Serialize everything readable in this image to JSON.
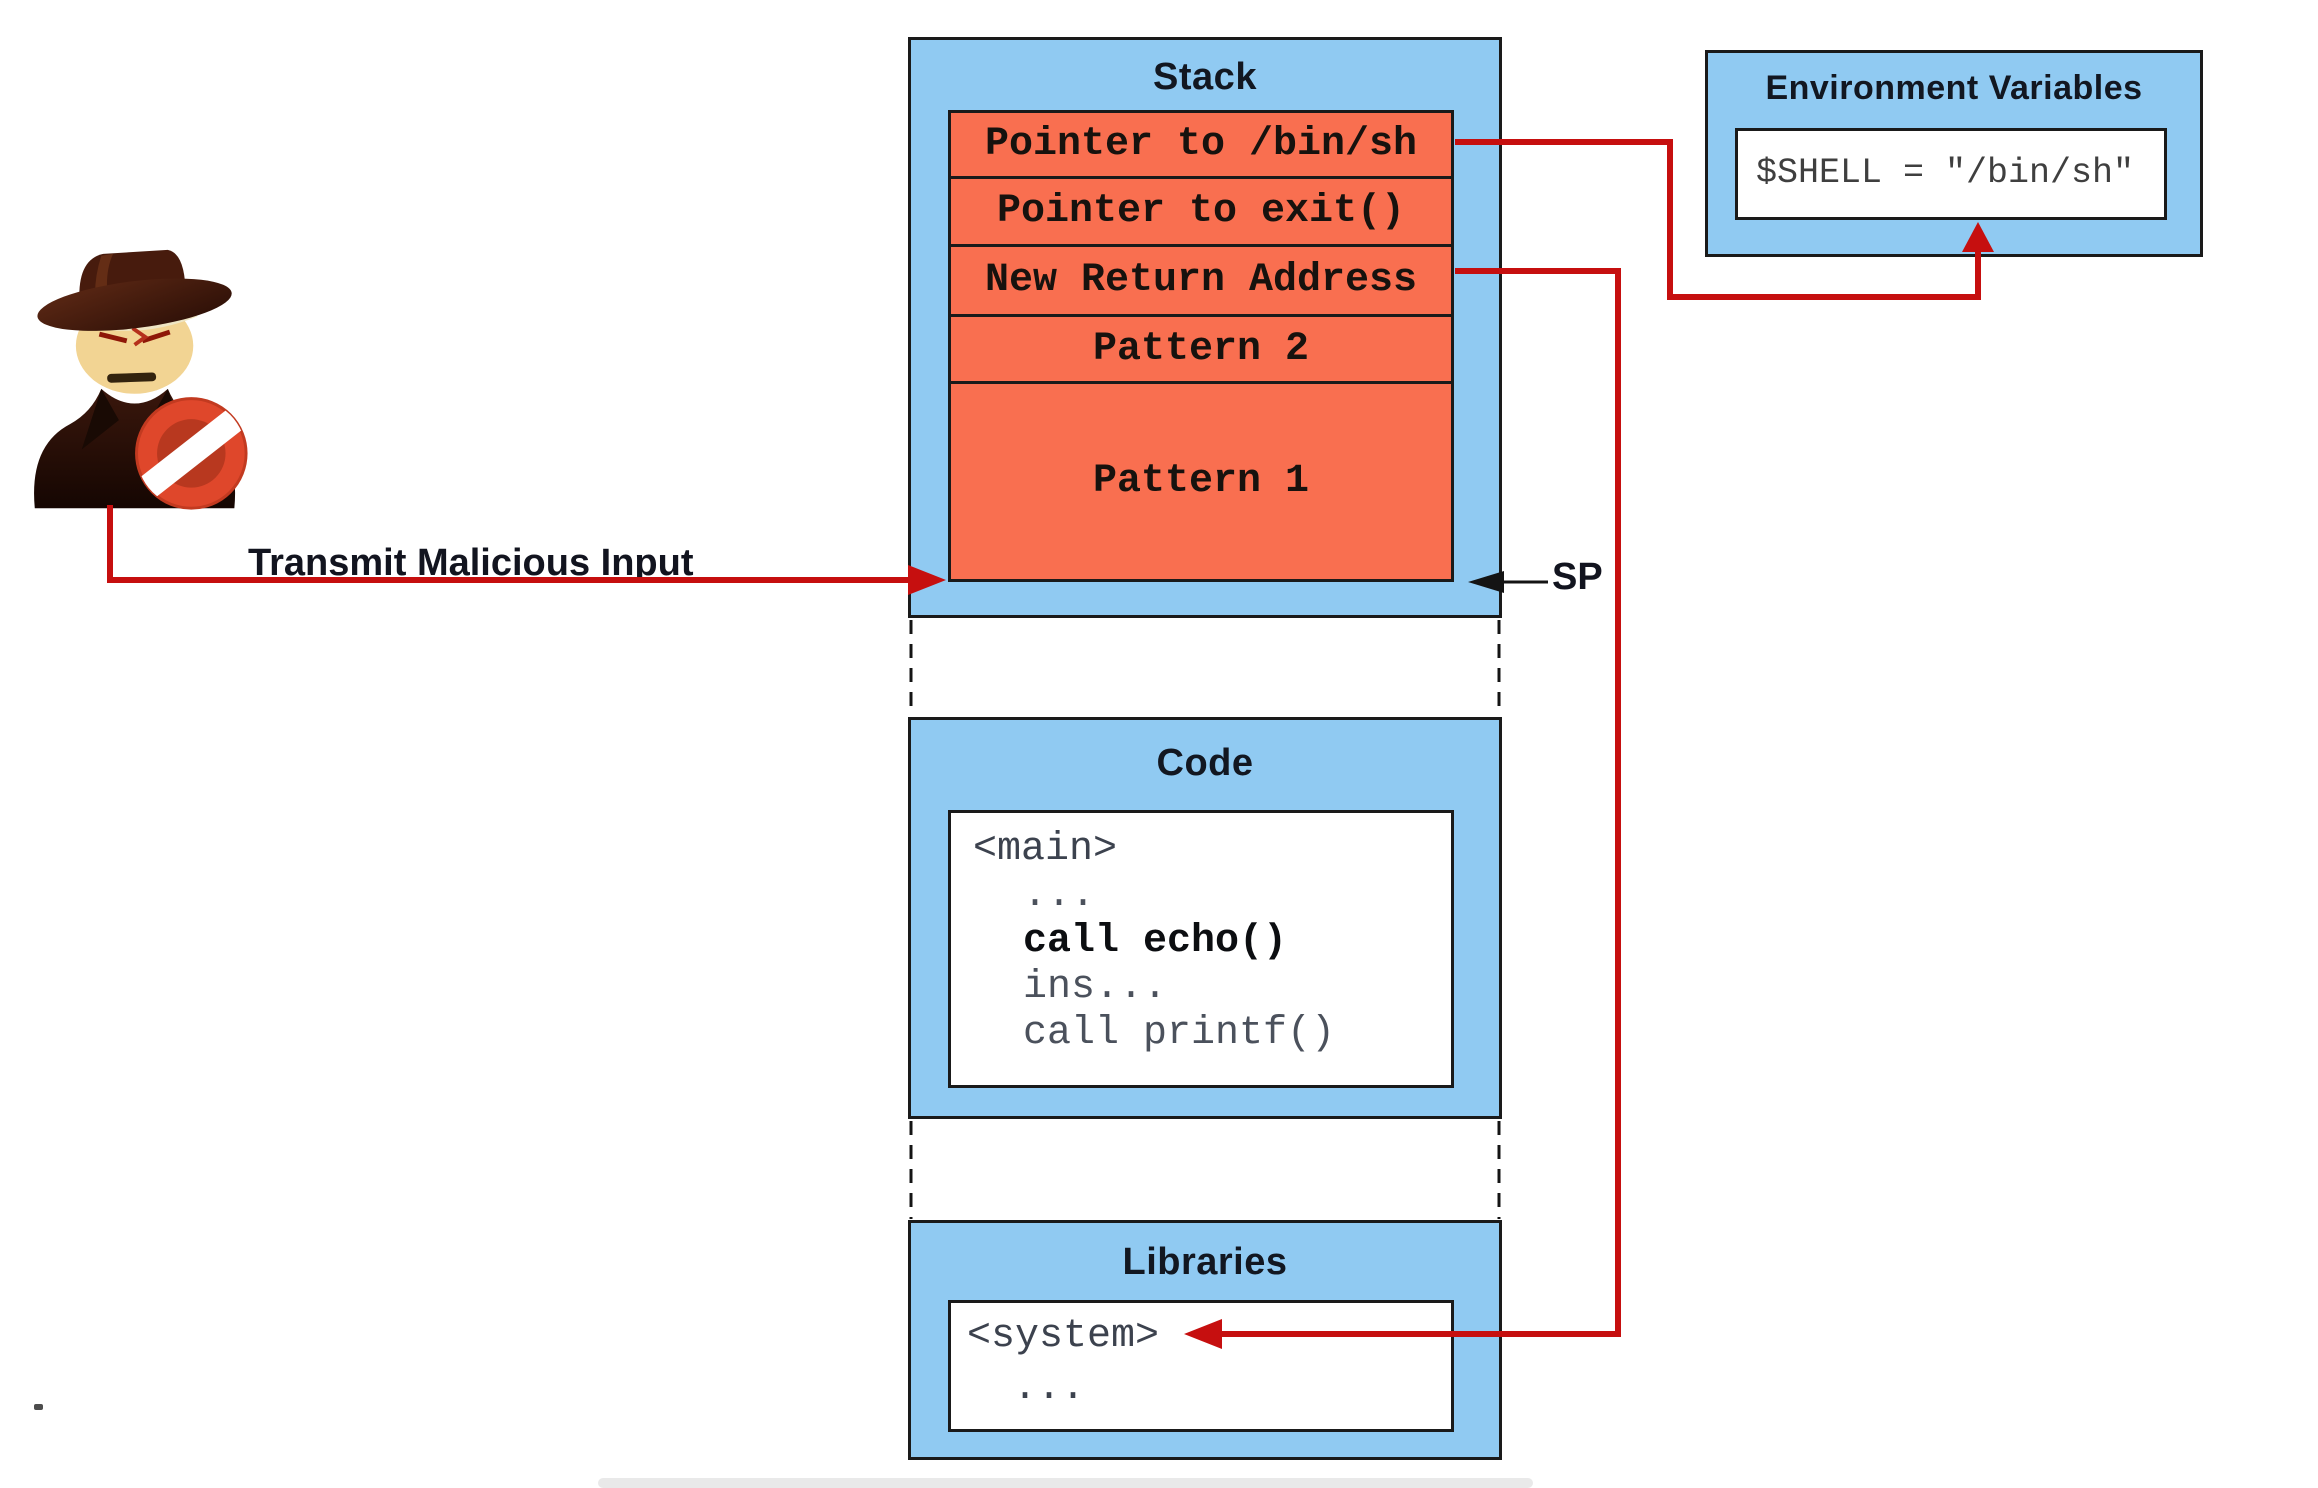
{
  "colors": {
    "blue": "#90CAF2",
    "orange": "#F96F50",
    "red": "#C60F0F",
    "ink": "#1a1a1a"
  },
  "attacker": {
    "icon": "hacker-spy-icon",
    "transmit_label": "Transmit Malicious Input"
  },
  "stack": {
    "title": "Stack",
    "cells": [
      "Pointer to /bin/sh",
      "Pointer to exit()",
      "New Return Address",
      "Pattern 2",
      "Pattern 1"
    ]
  },
  "sp": {
    "label": "SP"
  },
  "environment": {
    "title": "Environment Variables",
    "entry": "$SHELL = \"/bin/sh\""
  },
  "code": {
    "title": "Code",
    "lines": [
      "<main>",
      "...",
      "call echo()",
      "ins...",
      "call printf()"
    ]
  },
  "libraries": {
    "title": "Libraries",
    "lines": [
      "<system>",
      "..."
    ]
  },
  "artifacts": {
    "stray_dot": "."
  }
}
